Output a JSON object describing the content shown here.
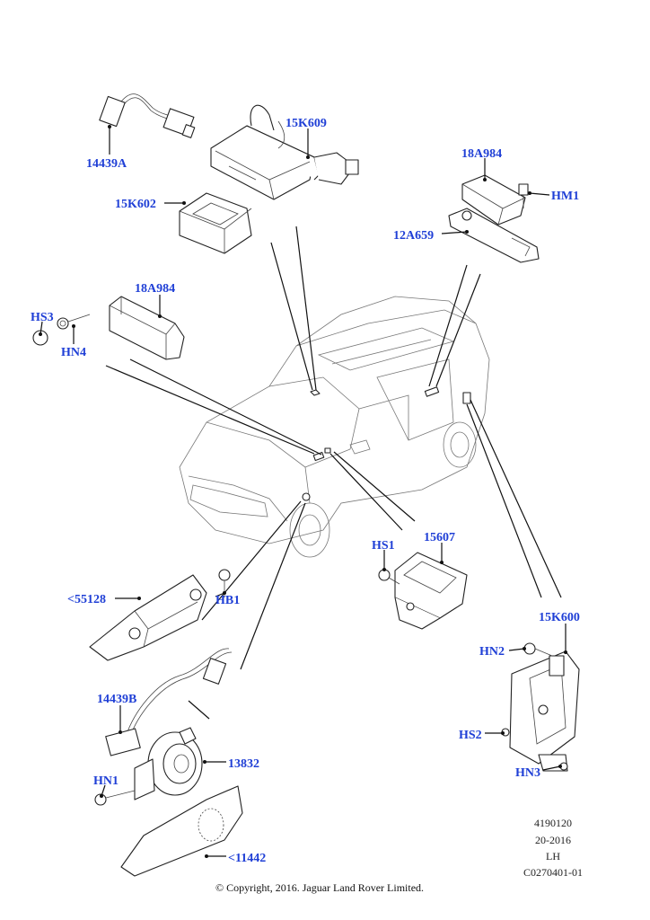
{
  "labels": {
    "l_14439A": "14439A",
    "l_15K609": "15K609",
    "l_15K602": "15K602",
    "l_18A984_top": "18A984",
    "l_HM1": "HM1",
    "l_12A659": "12A659",
    "l_18A984_mid": "18A984",
    "l_HS3": "HS3",
    "l_HN4": "HN4",
    "l_HS1": "HS1",
    "l_15607": "15607",
    "l_55128": "<55128",
    "l_HB1": "HB1",
    "l_15K600": "15K600",
    "l_HN2": "HN2",
    "l_14439B": "14439B",
    "l_13832": "13832",
    "l_HS2": "HS2",
    "l_HN3": "HN3",
    "l_HN1": "HN1",
    "l_11442": "<11442"
  },
  "meta": {
    "line1": "4190120",
    "line2": "20-2016",
    "line3": "LH",
    "line4": "C0270401-01"
  },
  "copyright": "© Copyright, 2016. Jaguar Land Rover Limited.",
  "colors": {
    "label": "#1f3fd6",
    "line": "#111111"
  }
}
